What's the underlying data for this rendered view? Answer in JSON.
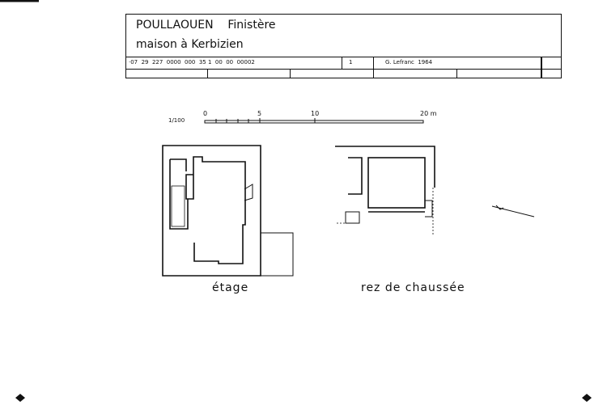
{
  "title": {
    "commune": "POULLAOUEN",
    "department": "Finistère",
    "subject": "maison à Kerbizien"
  },
  "codes": {
    "reference": "·07  29  227  0000  000  35 1  00  00  00002",
    "sheet": "1",
    "author": "G. Lefranc  1964"
  },
  "scale": {
    "ratio": "1/100",
    "ticks": [
      "0",
      "5",
      "10",
      "20 m"
    ]
  },
  "plans": {
    "upper": "étage",
    "ground": "rez de chaussée"
  }
}
